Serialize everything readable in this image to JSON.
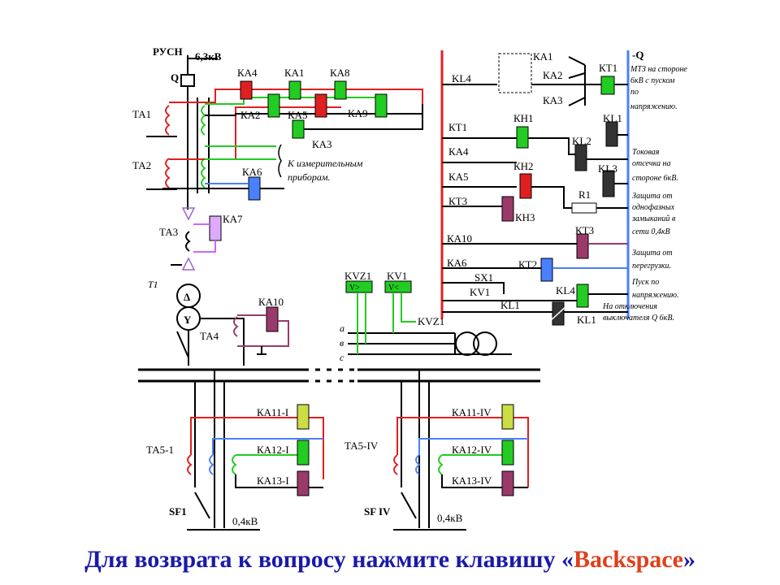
{
  "colors": {
    "red": "#e02020",
    "green": "#22cc22",
    "blue": "#4a7fff",
    "purple": "#9a3a6a",
    "black": "#000000",
    "footer": "#1a1aa8",
    "key": "#e0401a"
  },
  "left": {
    "rusn": "РУСН",
    "voltage": "6,3кВ",
    "q": "Q",
    "ta1": "ТА1",
    "ta2": "ТА2",
    "ta3": "ТА3",
    "t1": "Т1",
    "ta4": "ТА4",
    "ka4": "КА4",
    "ka1": "КА1",
    "ka8": "КА8",
    "ka2": "КА2",
    "ka5": "КА5",
    "ka9": "КА9",
    "ka3": "КА3",
    "ka6": "КА6",
    "ka7": "КА7",
    "ka10": "КА10",
    "instr1": "К измерительным",
    "instr2": "приборам.",
    "kvz1": "KVZ1",
    "kv1": "KV1",
    "kvz1_sym": "V>",
    "kv1_sym": "V<",
    "kvz1b": "KVZ1",
    "ph_a": "а",
    "ph_b": "в",
    "ph_c": "с",
    "ta5_1": "ТА5-1",
    "ta5_4": "ТА5-IV",
    "ka11_1": "КА11-I",
    "ka12_1": "КА12-I",
    "ka13_1": "КА13-I",
    "ka11_4": "КА11-IV",
    "ka12_4": "КА12-IV",
    "ka13_4": "КА13-IV",
    "sf1": "SF1",
    "sf4": "SF IV",
    "v04a": "0,4кВ",
    "v04b": "0,4кВ",
    "delta": "Δ",
    "star": "Y"
  },
  "right": {
    "ka1": "КА1",
    "kl4": "KL4",
    "ka2": "КА2",
    "ka3": "КА3",
    "kt1": "КТ1",
    "minus_q": "-Q",
    "note1": [
      "МТЗ на стороне",
      "6кВ с пуском",
      "по",
      "напряжению."
    ],
    "kt1b": "КТ1",
    "kh1": "КН1",
    "kl1": "KL1",
    "ka4": "КА4",
    "kl2": "KL2",
    "ka5": "КА5",
    "kh2": "КН2",
    "kl3": "KL3",
    "r1": "R1",
    "kt3": "КТ3",
    "kh3": "КН3",
    "note2": [
      "Токовая",
      "отсечка на",
      "стороне 6кВ."
    ],
    "note3": [
      "Защита от",
      "однофазных",
      "замыканий в",
      "сети 0,4кВ"
    ],
    "ka10": "КА10",
    "kt3b": "КТ3",
    "note4": [
      "Защита от",
      "перегрузки."
    ],
    "ka6": "КА6",
    "kt2": "КТ2",
    "sx1": "SX1",
    "note5": [
      "Пуск по",
      "напряжению."
    ],
    "kv1": "KV1",
    "kl4b": "KL4",
    "kl1b": "KL1",
    "kl1c": "KL1",
    "note6": [
      "На отключения",
      "выключателя Q 6кВ."
    ]
  },
  "footer": {
    "text": "Для возврата к вопросу нажмите клавишу «",
    "key": "Backspace",
    "end": "»"
  }
}
